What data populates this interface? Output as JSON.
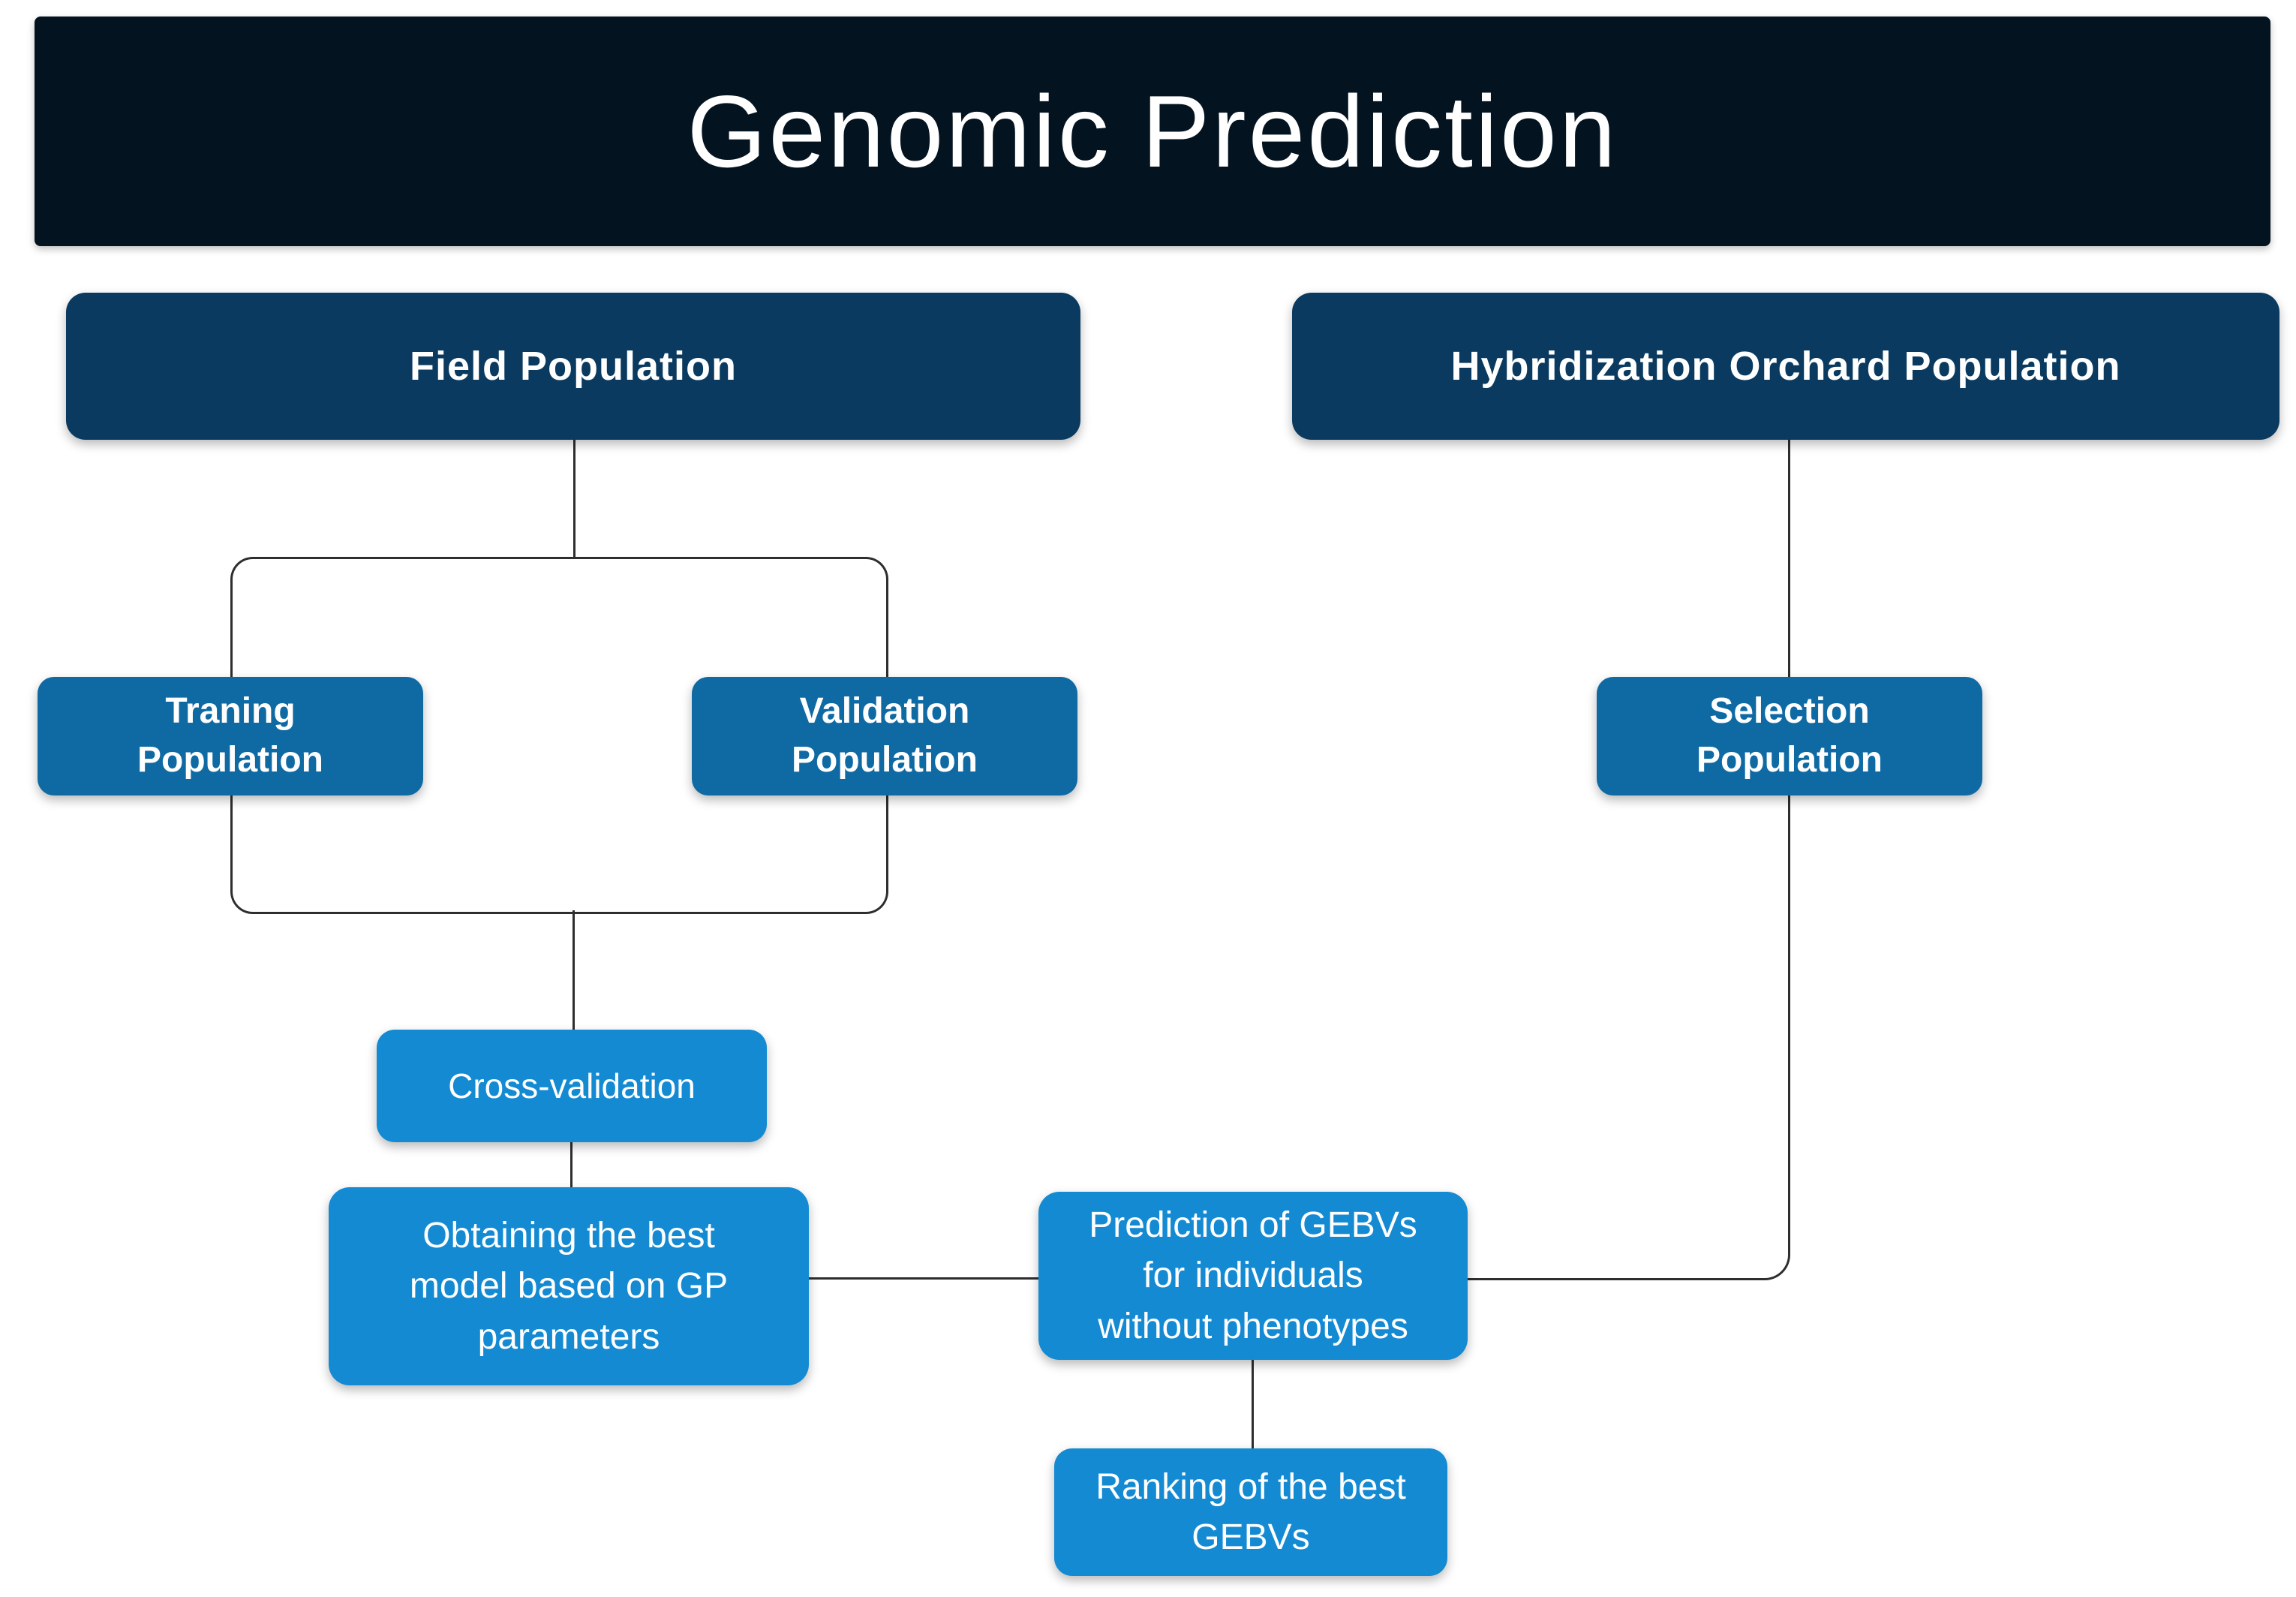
{
  "title": "Genomic Prediction",
  "colors": {
    "title_bg": "#041320",
    "header_bg": "#0a3a5f",
    "population_bg": "#0f6aa4",
    "process_bg": "#148ad3",
    "line": "#2e2e2e",
    "text": "#ffffff"
  },
  "nodes": {
    "field": {
      "lines": [
        "Field Population"
      ]
    },
    "hybridization": {
      "lines": [
        "Hybridization Orchard Population"
      ]
    },
    "training": {
      "lines": [
        "Traning",
        "Population"
      ]
    },
    "validation": {
      "lines": [
        "Validation",
        "Population"
      ]
    },
    "selection": {
      "lines": [
        "Selection",
        "Population"
      ]
    },
    "cross_validation": {
      "lines": [
        "Cross-validation"
      ]
    },
    "best_model": {
      "lines": [
        "Obtaining the best",
        "model based on GP",
        "parameters"
      ]
    },
    "prediction": {
      "lines": [
        "Prediction of GEBVs",
        "for individuals",
        "without phenotypes"
      ]
    },
    "ranking": {
      "lines": [
        "Ranking of the best",
        "GEBVs"
      ]
    }
  }
}
